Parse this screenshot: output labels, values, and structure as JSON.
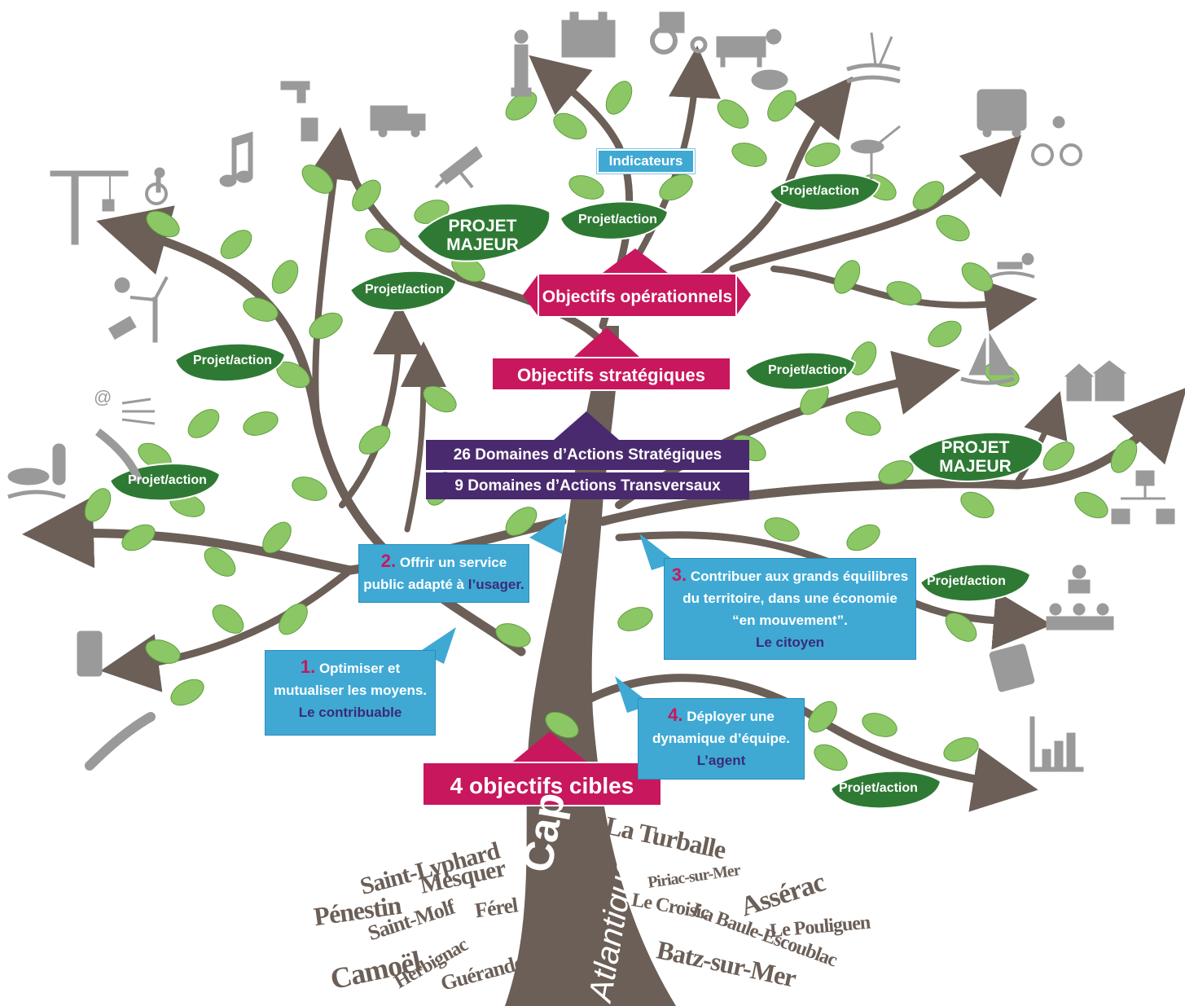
{
  "colors": {
    "trunk": "#6b5f57",
    "leaf": "#8cc765",
    "leaf_dark": "#2e7a34",
    "magenta": "#c8175d",
    "purple": "#4a2a6e",
    "cyan": "#3fa9d4",
    "icon_grey": "#9a9a9a",
    "citizen_text": "#3b2a7a"
  },
  "banners": {
    "indicateurs": "Indicateurs",
    "objectifs_operationnels": "Objectifs opérationnels",
    "objectifs_strategiques": "Objectifs stratégiques",
    "domaines_strategiques": "26 Domaines d’Actions Stratégiques",
    "domaines_transversaux": "9 Domaines d’Actions Transversaux",
    "objectifs_cibles": "4 objectifs cibles"
  },
  "leaves": {
    "projet_action": "Projet/action",
    "projet_majeur_line1": "PROJET",
    "projet_majeur_line2": "MAJEUR"
  },
  "objectives": [
    {
      "num": "1.",
      "line1": "Optimiser et",
      "line2": "mutualiser les moyens.",
      "who": "Le contribuable"
    },
    {
      "num": "2.",
      "line1": "Offrir un service",
      "line2a": "public adapté à ",
      "who": "l’usager."
    },
    {
      "num": "3.",
      "line1": "Contribuer aux grands équilibres",
      "line2": "du territoire, dans une économie",
      "line3": "“en mouvement”.",
      "who": "Le citoyen"
    },
    {
      "num": "4.",
      "line1": "Déployer une",
      "line2": "dynamique d’équipe.",
      "who": "L’agent"
    }
  ],
  "roots": {
    "cap": "Cap",
    "atlantique": "Atlantique",
    "towns": [
      "Saint-Lyphard",
      "Mesquer",
      "Pénestin",
      "Saint-Molf",
      "Férel",
      "Camoël",
      "Herbignac",
      "Guérande",
      "La Turballe",
      "Piriac-sur-Mer",
      "Le Croisic",
      "Assérac",
      "Le Pouliguen",
      "La Baule-Escoublac",
      "Batz-sur-Mer"
    ]
  },
  "icons": [
    "crane-icon",
    "wheelchair-icon",
    "music-note-icon",
    "water-tap-icon",
    "garbage-truck-icon",
    "telescope-icon",
    "statue-icon",
    "castle-icon",
    "tractor-icon",
    "cow-icon",
    "shell-icon",
    "reeds-water-icon",
    "bus-icon",
    "cyclist-icon",
    "heron-icon",
    "swimmer-icon",
    "sailboat-icon",
    "houses-icon",
    "network-icon",
    "org-chart-icon",
    "calculator-icon",
    "euro-chart-icon",
    "salamander-icon",
    "bin-icon",
    "test-tube-icon",
    "fiber-optic-icon",
    "wind-energy-icon"
  ]
}
